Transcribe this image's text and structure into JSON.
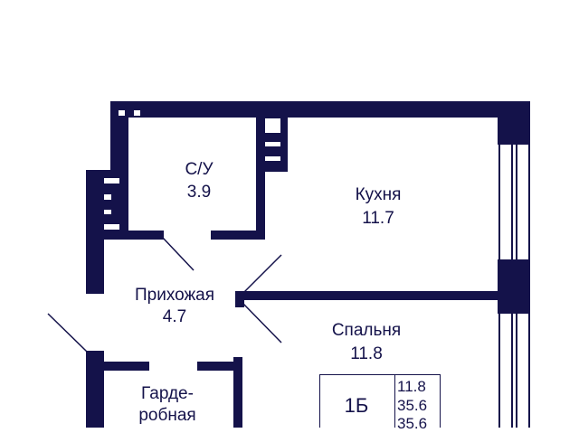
{
  "colors": {
    "wall": "#14124a",
    "background": "#ffffff"
  },
  "rooms": [
    {
      "name": "С/У",
      "area": "3.9"
    },
    {
      "name": "Кухня",
      "area": "11.7"
    },
    {
      "name": "Прихожая",
      "area": "4.7"
    },
    {
      "name": "Спальня",
      "area": "11.8"
    },
    {
      "name": "Гарде-",
      "name2": "робная"
    }
  ],
  "legend": {
    "type": "1Б",
    "values": [
      "11.8",
      "35.6",
      "35.6"
    ]
  }
}
